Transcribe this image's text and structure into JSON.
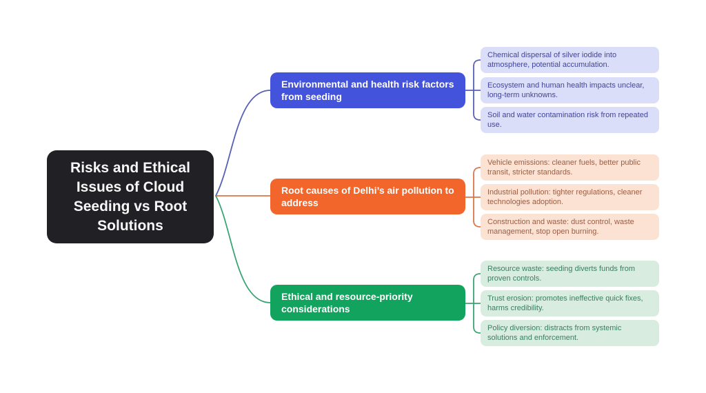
{
  "root": {
    "label": "Risks and Ethical Issues of Cloud Seeding vs Root Solutions",
    "bg_color": "#202025",
    "text_color": "#f7f7f7"
  },
  "branches": [
    {
      "label": "Environmental and health risk factors from seeding",
      "node_color": "#4353dc",
      "leaf_bg_color": "#dbdef8",
      "leaf_text_color": "#41449c",
      "connector_color": "#5560b6",
      "leaves": [
        "Chemical dispersal of silver iodide into atmosphere, potential accumulation.",
        "Ecosystem and human health impacts unclear, long-term unknowns.",
        "Soil and water contamination risk from repeated use."
      ]
    },
    {
      "label": "Root causes of Delhi’s air pollution to address",
      "node_color": "#f2662b",
      "leaf_bg_color": "#fbe2d3",
      "leaf_text_color": "#9c5c44",
      "connector_color": "#db7448",
      "leaves": [
        "Vehicle emissions: cleaner fuels, better public transit, stricter standards.",
        "Industrial pollution: tighter regulations, cleaner technologies adoption.",
        "Construction and waste: dust control, waste management, stop open burning."
      ]
    },
    {
      "label": "Ethical and resource-priority considerations",
      "node_color": "#12a35e",
      "leaf_bg_color": "#d8ecdf",
      "leaf_text_color": "#38805f",
      "connector_color": "#3ba472",
      "leaves": [
        "Resource waste: seeding diverts funds from proven controls.",
        "Trust erosion: promotes ineffective quick fixes, harms credibility.",
        "Policy diversion: distracts from systemic solutions and enforcement."
      ]
    }
  ]
}
